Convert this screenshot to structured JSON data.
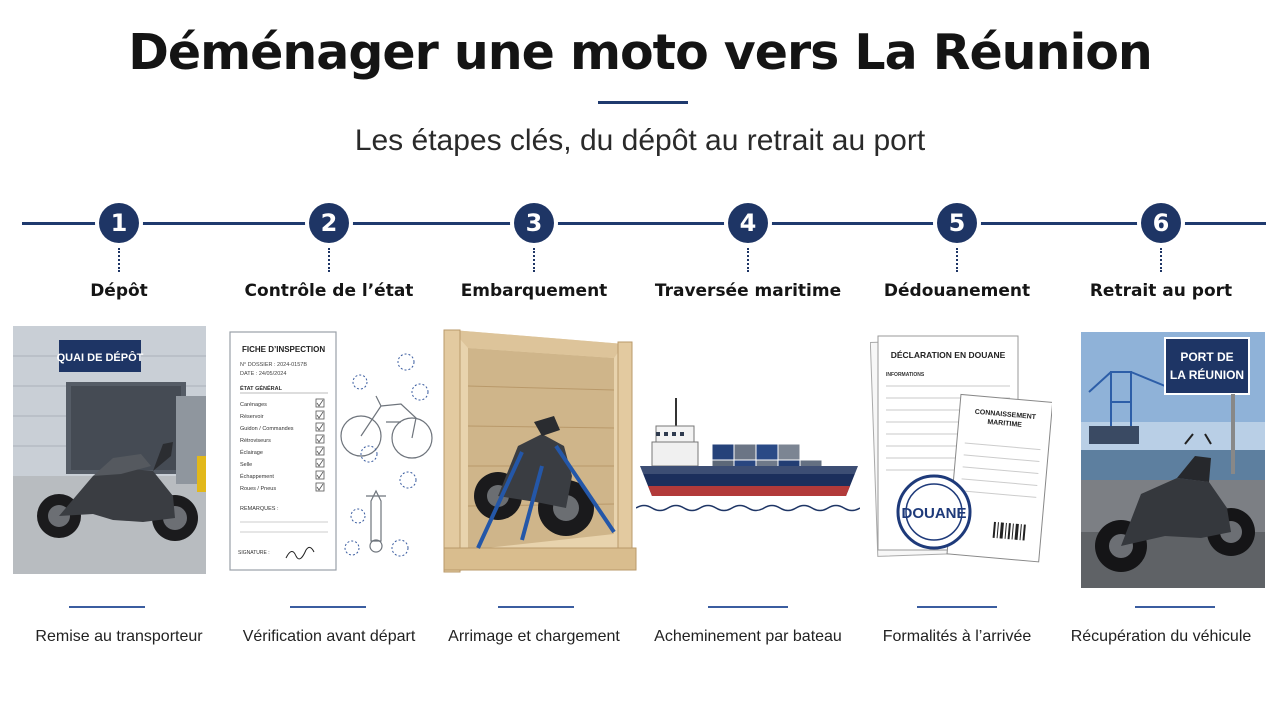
{
  "header": {
    "title": "Déménager une moto vers La Réunion",
    "subtitle": "Les étapes clés, du dépôt au retrait au port"
  },
  "colors": {
    "navy": "#1e3565",
    "accent_line": "#3b5da0"
  },
  "steps": [
    {
      "number": "1",
      "title": "Dépôt",
      "description": "Remise au transporteur",
      "sign": "QUAI DE DÉPÔT",
      "icon": "warehouse-motorcycle-photo"
    },
    {
      "number": "2",
      "title": "Contrôle de l’état",
      "description": "Vérification avant départ",
      "icon": "inspection-sheet-icon",
      "form": {
        "heading": "FICHE D’INSPECTION",
        "dossier": "N° DOSSIER : 2024-0157B",
        "date": "DATE :     24/05/2024",
        "section": "ÉTAT GÉNÉRAL",
        "items": [
          "Carénages",
          "Réservoir",
          "Guidon / Commandes",
          "Rétroviseurs",
          "Éclairage",
          "Selle",
          "Échappement",
          "Roues / Pneus"
        ],
        "remarks": "REMARQUES :",
        "signature": "SIGNATURE :"
      }
    },
    {
      "number": "3",
      "title": "Embarquement",
      "description": "Arrimage et chargement",
      "icon": "crate-motorcycle-icon"
    },
    {
      "number": "4",
      "title": "Traversée maritime",
      "description": "Acheminement par bateau",
      "icon": "cargo-ship-icon"
    },
    {
      "number": "5",
      "title": "Dédouanement",
      "description": "Formalités à l’arrivée",
      "icon": "customs-documents-icon",
      "doc_main": "DÉCLARATION EN DOUANE",
      "doc_info": "INFORMATIONS",
      "doc_second": [
        "CONNAISSEMENT",
        "MARITIME"
      ],
      "stamp": "DOUANE"
    },
    {
      "number": "6",
      "title": "Retrait au port",
      "description": "Récupération du véhicule",
      "sign": [
        "PORT DE",
        "LA RÉUNION"
      ],
      "icon": "port-motorcycle-photo"
    }
  ]
}
